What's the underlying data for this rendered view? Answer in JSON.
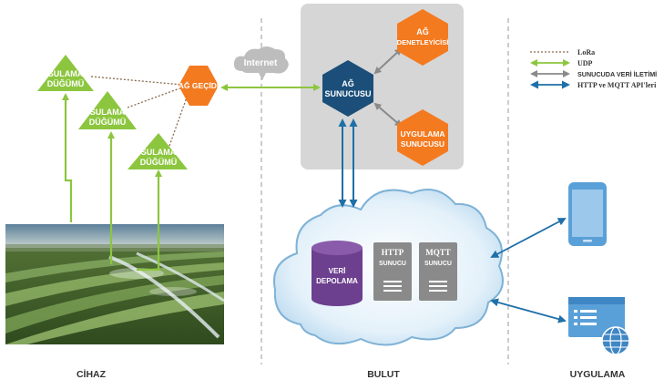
{
  "colors": {
    "green": "#8cc63f",
    "orange": "#f47a20",
    "blue": "#1f6fa8",
    "navy": "#1b4f7a",
    "purple": "#6d3f8f",
    "gray_panel": "#d6d6d6",
    "server_gray": "#8a8a8a",
    "cloud_stroke": "#7fb2d6",
    "text_dark": "#333333"
  },
  "nodes": {
    "sulama1": {
      "line1": "SULAMA",
      "line2": "DÜĞÜMÜ"
    },
    "sulama2": {
      "line1": "SULAMA",
      "line2": "DÜĞÜMÜ"
    },
    "sulama3": {
      "line1": "SULAMA",
      "line2": "DÜĞÜMÜ"
    },
    "gateway": {
      "label": "AĞ GEÇİDİ"
    },
    "internet": {
      "label": "Internet"
    },
    "network_server": {
      "line1": "AĞ",
      "line2": "SUNUCUSU"
    },
    "controller": {
      "line1": "AĞ",
      "line2": "DENETLEYİCİSİ"
    },
    "app_server": {
      "line1": "UYGULAMA",
      "line2": "SUNUCUSU"
    },
    "storage": {
      "line1": "VERİ",
      "line2": "DEPOLAMA"
    },
    "http": {
      "line1": "HTTP",
      "line2": "SUNUCU"
    },
    "mqtt": {
      "line1": "MQTT",
      "line2": "SUNUCU"
    }
  },
  "legend": [
    {
      "label": "LoRa",
      "style": "dotted"
    },
    {
      "label": "UDP",
      "style": "green-arrow"
    },
    {
      "label": "SUNUCUDA VERİ İLETİMİ",
      "style": "gray-arrow"
    },
    {
      "label": "HTTP ve MQTT API'leri",
      "style": "blue-arrow"
    }
  ],
  "sections": {
    "device": "CİHAZ",
    "cloud": "BULUT",
    "application": "UYGULAMA"
  },
  "icons": [
    "smartphone-icon",
    "browser-window-icon",
    "globe-icon",
    "server-icon",
    "database-icon",
    "cloud-icon",
    "field-photo"
  ]
}
